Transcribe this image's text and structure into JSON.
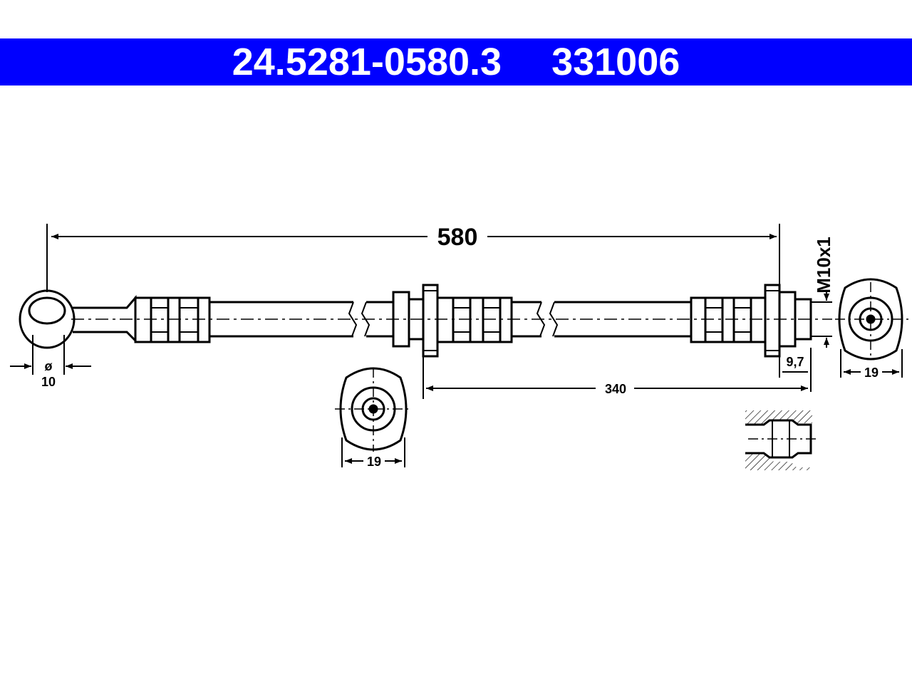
{
  "header": {
    "part_number": "24.5281-0580.3",
    "ref_number": "331006",
    "background_color": "#0000ff",
    "text_color": "#ffffff"
  },
  "dimensions": {
    "total_length": "580",
    "mount_offset": "340",
    "banjo_diameter_symbol": "ø",
    "banjo_diameter": "10",
    "thread": "M10x1",
    "thread_length": "9,7",
    "hex_width_right": "19",
    "hex_width_middle": "19"
  }
}
